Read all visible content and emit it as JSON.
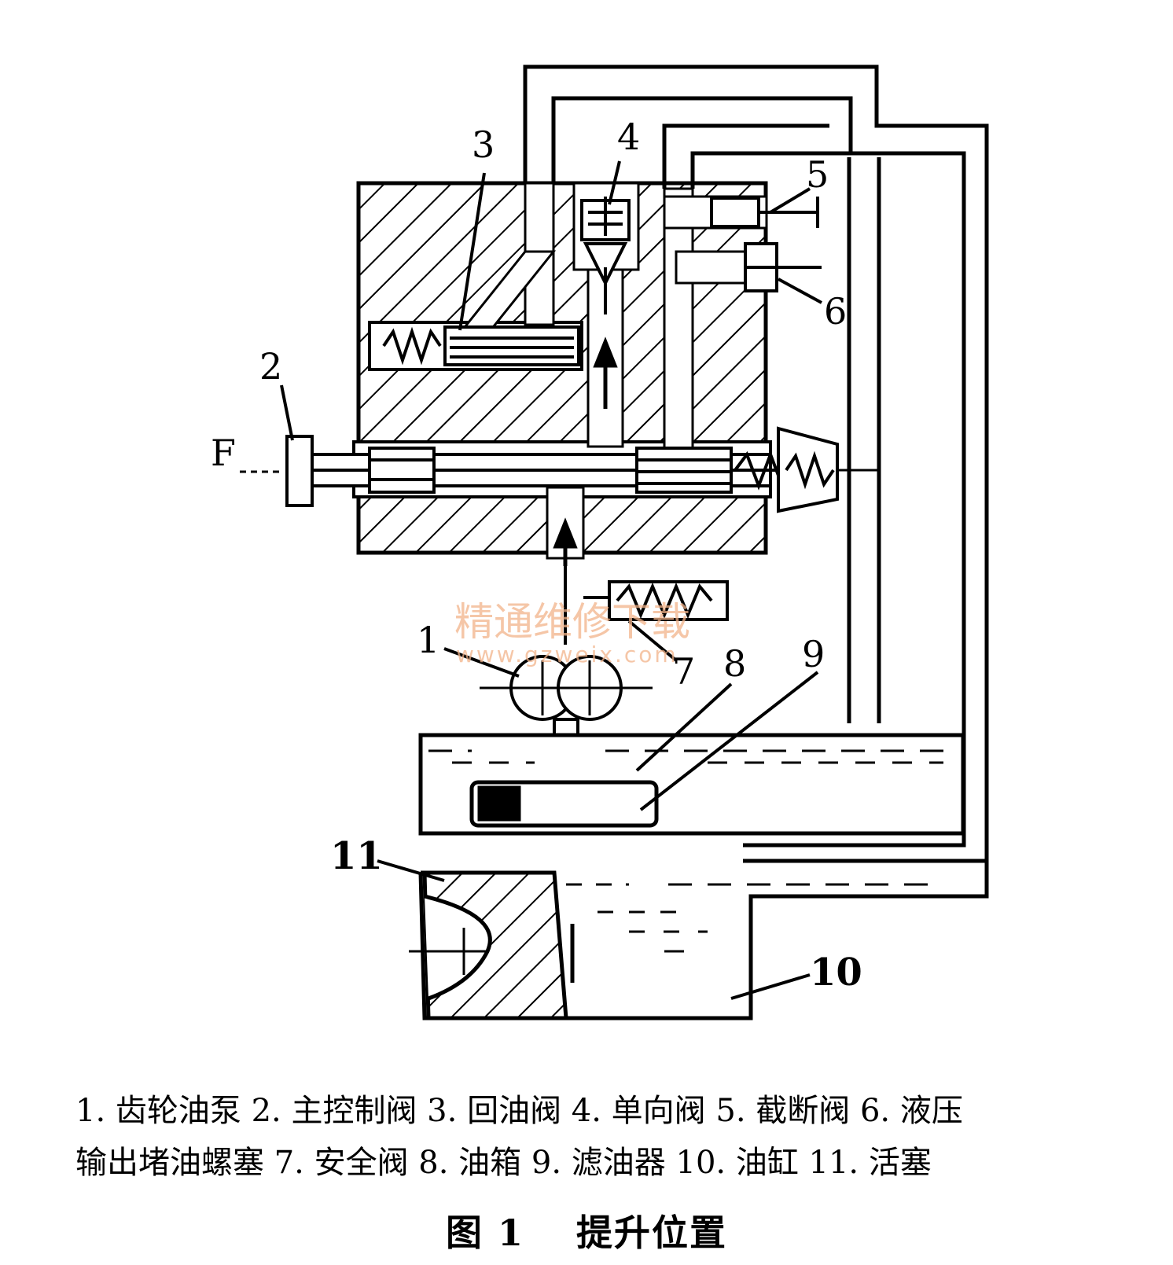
{
  "callouts": {
    "c1": "1",
    "c2": "2",
    "c3": "3",
    "c4": "4",
    "c5": "5",
    "c6": "6",
    "c7": "7",
    "c8": "8",
    "c9": "9",
    "c10": "10",
    "c11": "11",
    "force": "F"
  },
  "watermark": {
    "cn": "精通维修下载",
    "url": "www.gzweix.com"
  },
  "caption": {
    "line1": "1. 齿轮油泵 2. 主控制阀 3. 回油阀 4. 单向阀 5. 截断阀 6. 液压",
    "line2": "输出堵油螺塞 7. 安全阀 8. 油箱 9. 滤油器 10. 油缸 11. 活塞"
  },
  "figure_title": "图 1　 提升位置"
}
